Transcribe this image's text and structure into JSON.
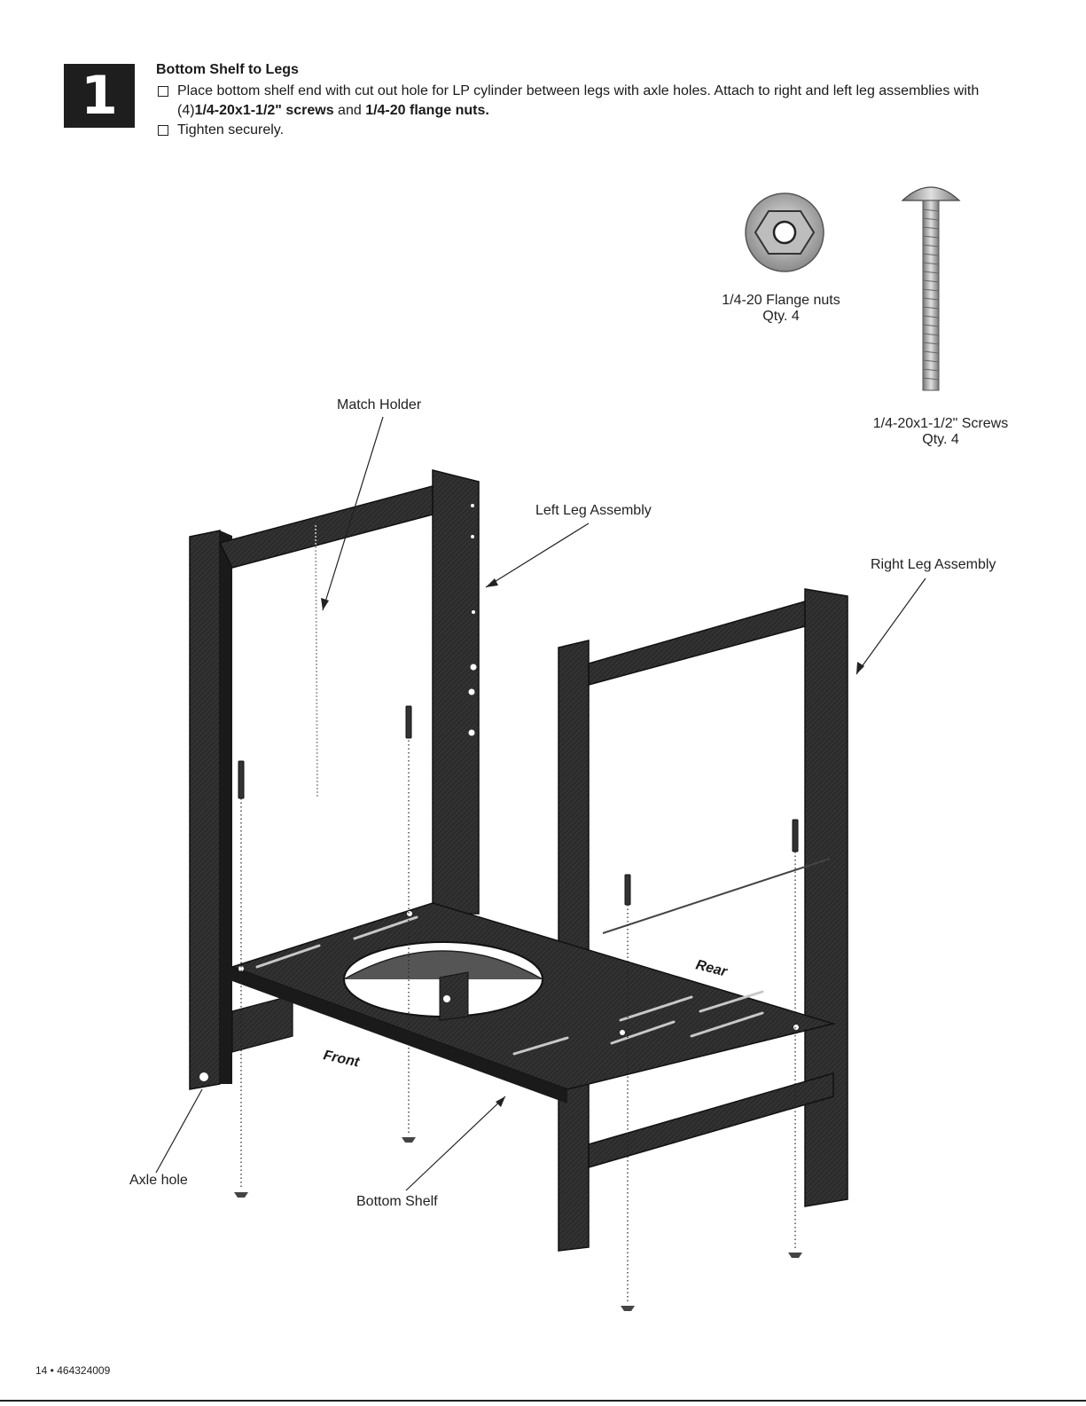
{
  "step": {
    "number": "1"
  },
  "instructions": {
    "title": "Bottom Shelf to Legs",
    "line1": "Place bottom shelf end with cut out hole for LP cylinder between legs with axle holes. Attach to right and left leg assemblies with",
    "line2_prefix": "(4)",
    "line2_screws": "1/4-20x1-1/2\" screws",
    "line2_and": " and ",
    "line2_nuts": "1/4-20 flange nuts.",
    "line3": "Tighten securely."
  },
  "parts": {
    "nut_label": "1/4-20 Flange nuts",
    "nut_qty": "Qty. 4",
    "screw_label": "1/4-20x1-1/2\" Screws",
    "screw_qty": "Qty. 4"
  },
  "callouts": {
    "match_holder": "Match Holder",
    "left_leg": "Left Leg Assembly",
    "right_leg": "Right Leg Assembly",
    "axle_hole": "Axle hole",
    "bottom_shelf": "Bottom Shelf",
    "front": "Front",
    "rear": "Rear"
  },
  "footer": {
    "page": "14 • 464324009"
  }
}
